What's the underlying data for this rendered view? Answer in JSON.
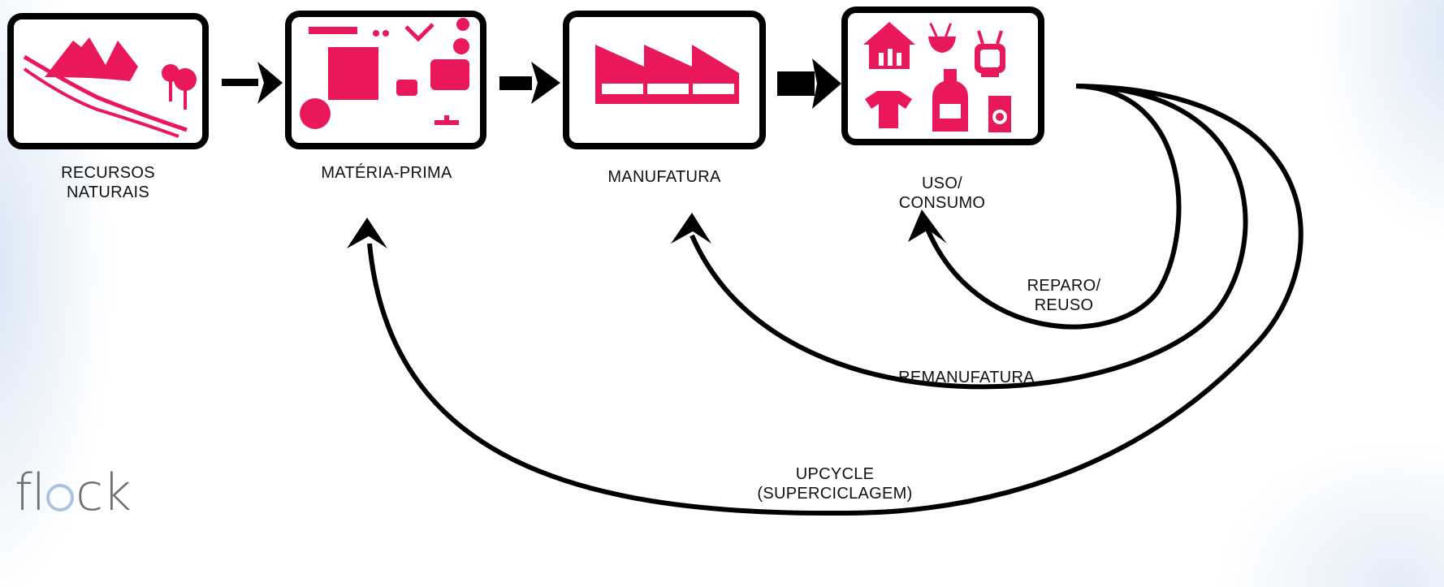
{
  "stages": [
    {
      "id": "recursos",
      "line1": "RECURSOS",
      "line2": "NATURAIS",
      "icon": "mountains-trees-icon"
    },
    {
      "id": "materia",
      "line1": "MATÉRIA-PRIMA",
      "line2": "",
      "icon": "raw-material-shapes-icon"
    },
    {
      "id": "manufatura",
      "line1": "MANUFATURA",
      "line2": "",
      "icon": "factory-icon"
    },
    {
      "id": "uso",
      "line1": "USO/",
      "line2": "CONSUMO",
      "icon": "household-goods-icon"
    }
  ],
  "loops": {
    "reparo": {
      "line1": "REPARO/",
      "line2": "REUSO"
    },
    "remanufatura": {
      "line1": "REMANUFATURA"
    },
    "upcycle": {
      "line1": "UPCYCLE",
      "line2": "(SUPERCICLAGEM)"
    }
  },
  "logo": {
    "text_left": "fl",
    "text_right": "ck"
  },
  "colors": {
    "accent": "#E8185A",
    "stroke": "#000000",
    "logo": "#707070",
    "logo_ring": "#a9c3e0"
  }
}
